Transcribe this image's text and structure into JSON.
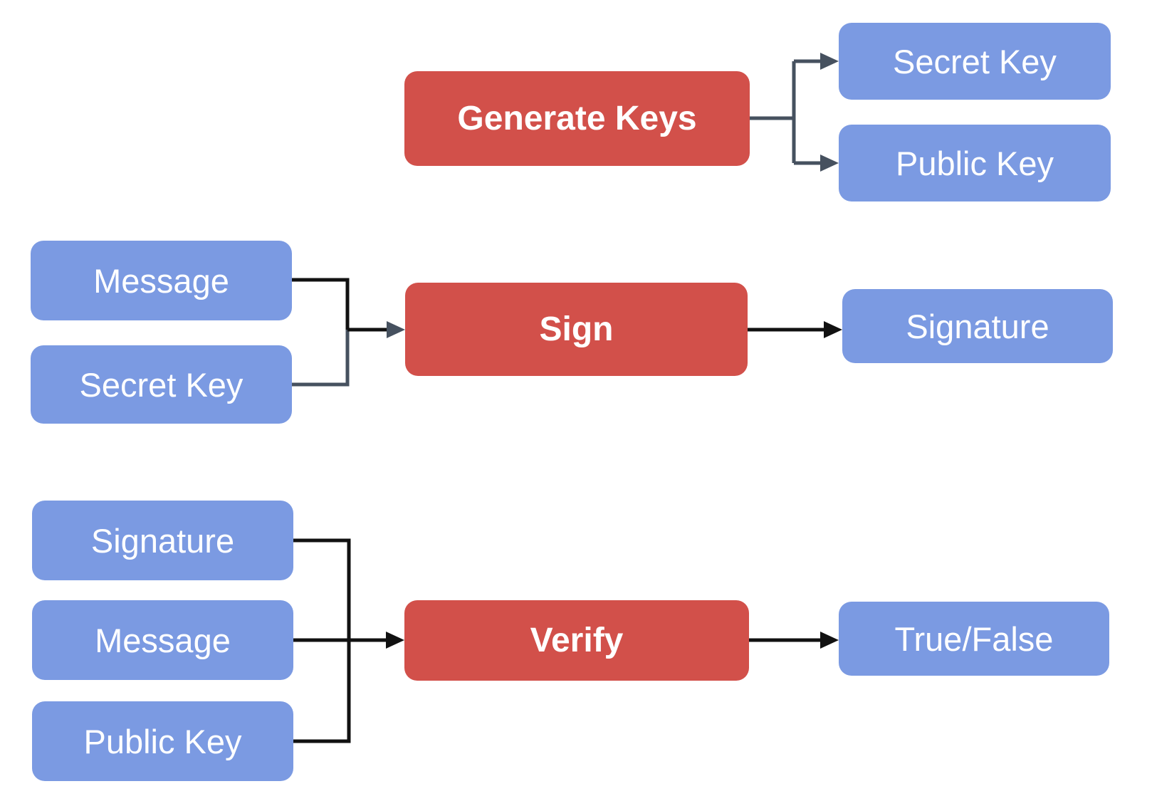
{
  "colors": {
    "process_fill": "#d2504a",
    "data_fill": "#7b9ae2",
    "connector_slate": "#46515f",
    "connector_black": "#111111",
    "label_text": "#ffffff",
    "background": "#ffffff"
  },
  "keygen_flow": {
    "process": "Generate Keys",
    "outputs": [
      "Secret Key",
      "Public Key"
    ]
  },
  "sign_flow": {
    "inputs": [
      "Message",
      "Secret Key"
    ],
    "process": "Sign",
    "output": "Signature"
  },
  "verify_flow": {
    "inputs": [
      "Signature",
      "Message",
      "Public Key"
    ],
    "process": "Verify",
    "output": "True/False"
  }
}
